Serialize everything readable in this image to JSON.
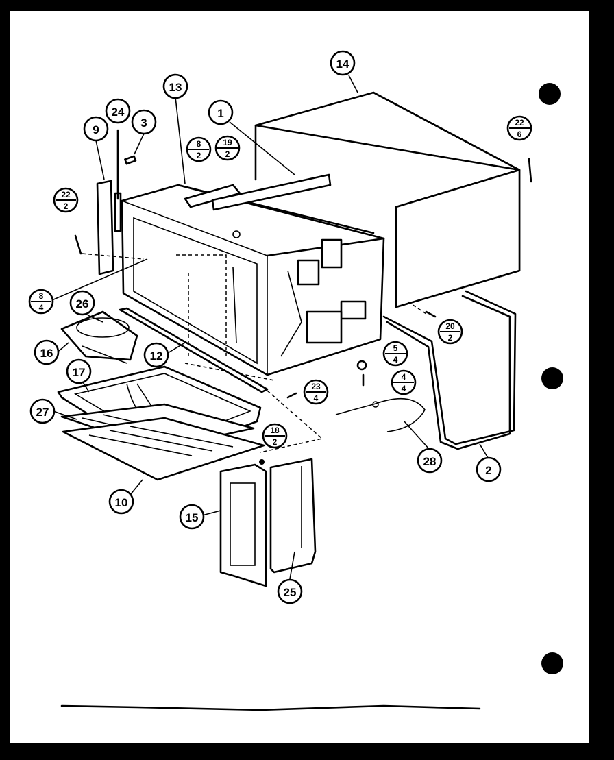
{
  "callouts": {
    "c1": {
      "label": "1"
    },
    "c2": {
      "label": "2"
    },
    "c3": {
      "label": "3"
    },
    "c9": {
      "label": "9"
    },
    "c10": {
      "label": "10"
    },
    "c12": {
      "label": "12"
    },
    "c13": {
      "label": "13"
    },
    "c14": {
      "label": "14"
    },
    "c15": {
      "label": "15"
    },
    "c16": {
      "label": "16"
    },
    "c17": {
      "label": "17"
    },
    "c24": {
      "label": "24"
    },
    "c25": {
      "label": "25"
    },
    "c26": {
      "label": "26"
    },
    "c27": {
      "label": "27"
    },
    "c28": {
      "label": "28"
    },
    "f22a": {
      "num": "22",
      "den": "2"
    },
    "f22b": {
      "num": "22",
      "den": "6"
    },
    "f8a": {
      "num": "8",
      "den": "2"
    },
    "f19": {
      "num": "19",
      "den": "2"
    },
    "f8b": {
      "num": "8",
      "den": "4"
    },
    "f20": {
      "num": "20",
      "den": "2"
    },
    "f5": {
      "num": "5",
      "den": "4"
    },
    "f4": {
      "num": "4",
      "den": "4"
    },
    "f23": {
      "num": "23",
      "den": "4"
    },
    "f18": {
      "num": "18",
      "den": "2"
    }
  }
}
